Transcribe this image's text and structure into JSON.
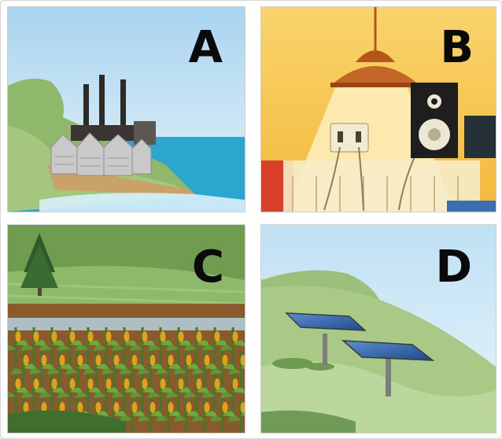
{
  "panels": [
    {
      "id": "A",
      "label": "A",
      "scene": "factory-by-sea"
    },
    {
      "id": "B",
      "label": "B",
      "scene": "lamp-and-power-outlet"
    },
    {
      "id": "C",
      "label": "C",
      "scene": "corn-field"
    },
    {
      "id": "D",
      "label": "D",
      "scene": "solar-panels"
    }
  ],
  "colors": {
    "sky": "#cfe6f5",
    "sea": "#2aa6cf",
    "grass": "#8fb86a",
    "lamp": "#b5541b",
    "wall": "#f7c84a",
    "corn": "#e0a21a",
    "panel_blue": "#2c5fa8",
    "letter": "#0a0a0a"
  }
}
